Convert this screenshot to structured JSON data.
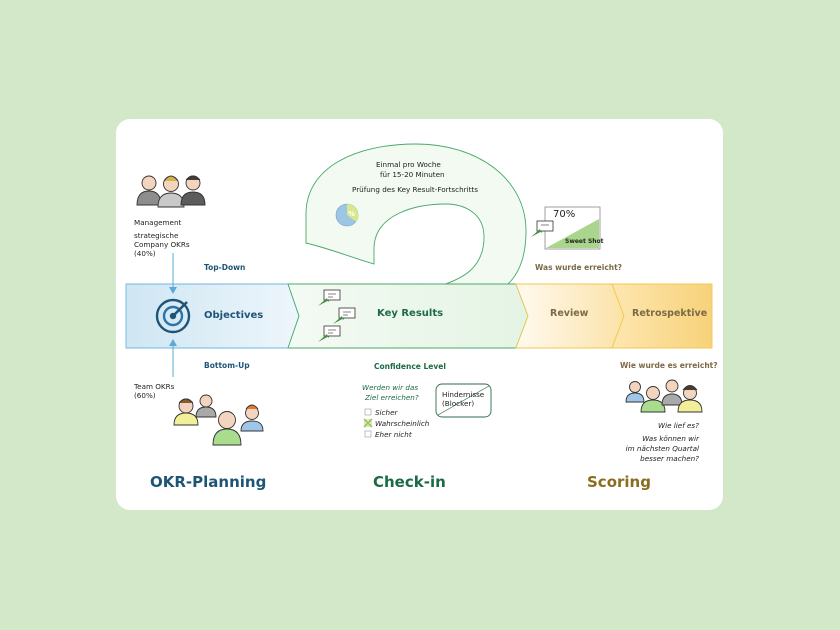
{
  "planning": {
    "management": {
      "title": "Management",
      "desc_line1": "strategische",
      "desc_line2": "Company OKRs",
      "desc_line3": "(40%)"
    },
    "top_down": "Top-Down",
    "bottom_up": "Bottom-Up",
    "team": {
      "line1": "Team OKRs",
      "line2": "(60%)"
    },
    "phase_label": "OKR-Planning"
  },
  "pipeline": {
    "objectives": "Objectives",
    "key_results": "Key Results",
    "review": "Review",
    "retrospektive": "Retrospektive"
  },
  "checkin": {
    "loop_line1": "Einmal pro Woche",
    "loop_line2": "für 15-20 Minuten",
    "loop_line3": "Prüfung des Key Result-Fortschritts",
    "pie_label": "%",
    "confidence_title": "Confidence Level",
    "question_line1": "Werden wir das",
    "question_line2": "Ziel erreichen?",
    "options": [
      "Sicher",
      "Wahrscheinlich",
      "Eher nicht"
    ],
    "selected_option": "Wahrscheinlich",
    "obstacles_line1": "Hindernisse",
    "obstacles_line2": "(Blocker)",
    "phase_label": "Check-in"
  },
  "scoring": {
    "sweet_percent": "70%",
    "sweet_label": "Sweet Shot",
    "achieved_question": "Was wurde erreicht?",
    "how_question": "Wie wurde es erreicht?",
    "retro_q1": "Wie lief es?",
    "retro_q2_line1": "Was können wir",
    "retro_q2_line2": "im nächsten Quartal",
    "retro_q2_line3": "besser machen?",
    "phase_label": "Scoring"
  },
  "colors": {
    "background": "#d3e8c9",
    "planning_blue": "#1e5577",
    "checkin_green": "#1d6b45",
    "scoring_brown": "#7b6a45",
    "review_yellow": "#f2c94c"
  }
}
